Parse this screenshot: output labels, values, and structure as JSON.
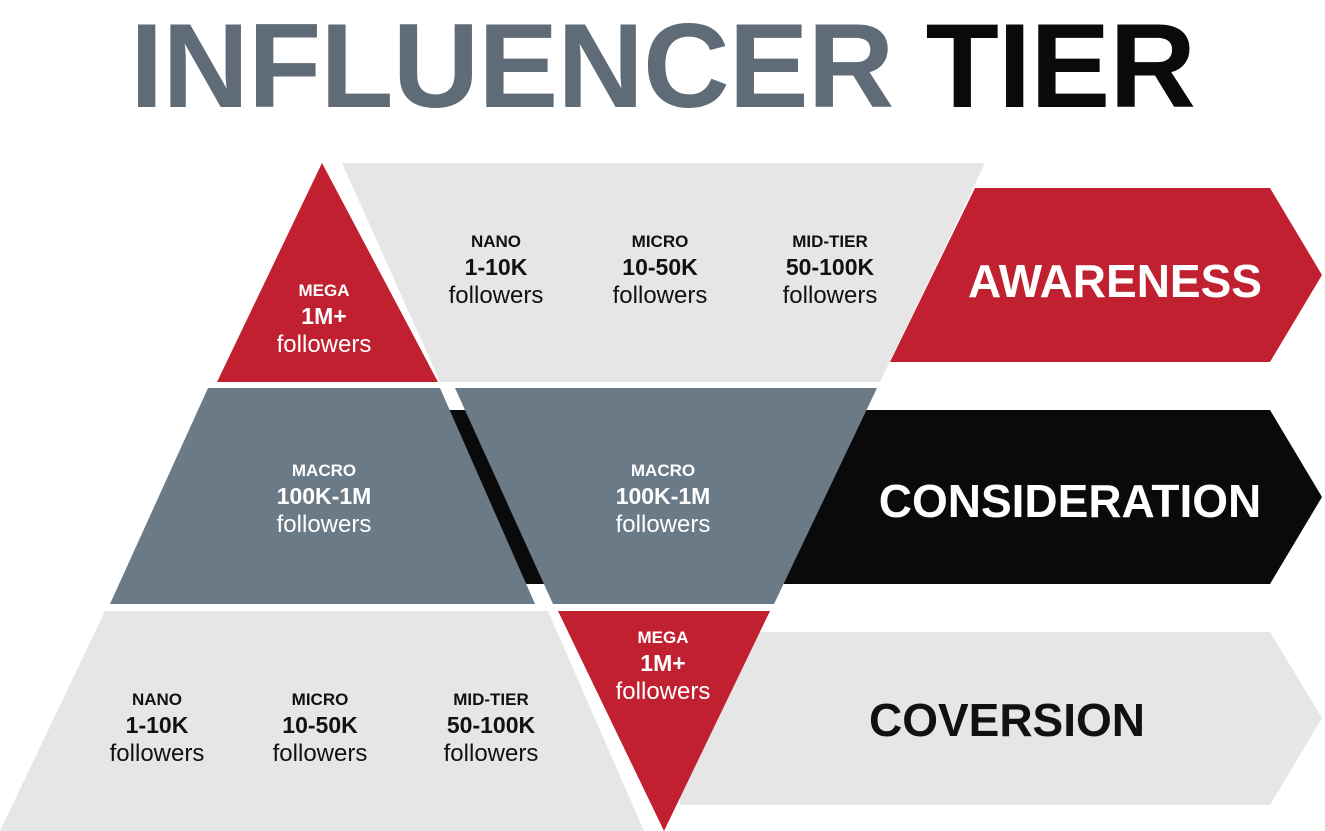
{
  "title": {
    "accent_word": "INFLUENCER",
    "dark_word": "TIER"
  },
  "colors": {
    "accent": "#5f6b76",
    "red": "#c0202f",
    "dark": "#0a0a0a",
    "light": "#e6e6e7",
    "steel": "#6a7a87"
  },
  "stages": [
    {
      "label": "AWARENESS"
    },
    {
      "label": "CONSIDERATION"
    },
    {
      "label": "COVERSION"
    }
  ],
  "pyramid": {
    "top": {
      "tier": "MEGA",
      "range": "1M+",
      "unit": "followers"
    },
    "middle": {
      "tier": "MACRO",
      "range": "100K-1M",
      "unit": "followers"
    },
    "bottom": [
      {
        "tier": "NANO",
        "range": "1-10K",
        "unit": "followers"
      },
      {
        "tier": "MICRO",
        "range": "10-50K",
        "unit": "followers"
      },
      {
        "tier": "MID-TIER",
        "range": "50-100K",
        "unit": "followers"
      }
    ]
  },
  "funnel": {
    "top": [
      {
        "tier": "NANO",
        "range": "1-10K",
        "unit": "followers"
      },
      {
        "tier": "MICRO",
        "range": "10-50K",
        "unit": "followers"
      },
      {
        "tier": "MID-TIER",
        "range": "50-100K",
        "unit": "followers"
      }
    ],
    "middle": {
      "tier": "MACRO",
      "range": "100K-1M",
      "unit": "followers"
    },
    "bottom": {
      "tier": "MEGA",
      "range": "1M+",
      "unit": "followers"
    }
  }
}
